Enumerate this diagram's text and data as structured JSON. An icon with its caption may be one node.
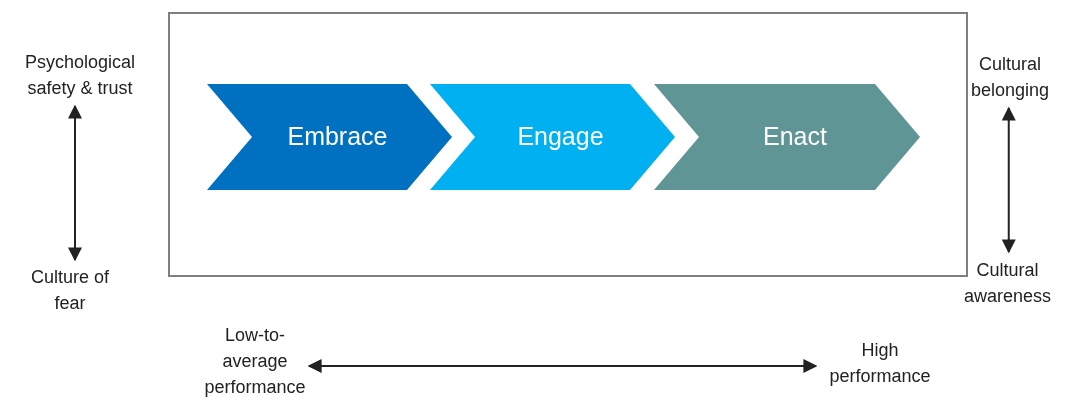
{
  "diagram": {
    "nodes": [
      {
        "text": [],
        "shape": "box"
      },
      {
        "text": [
          "Embrace"
        ],
        "in": 0
      },
      {
        "text": [
          "Engage"
        ],
        "in": 0
      },
      {
        "text": [
          "Enact"
        ],
        "in": 0
      },
      {
        "text": [
          "Psychological safety & trust"
        ]
      },
      {
        "text": [
          "Culture of fear"
        ]
      },
      {
        "text": [
          "Cultural belonging"
        ]
      },
      {
        "text": [
          "Cultural awareness"
        ]
      },
      {
        "text": [
          "Low-to-average performance"
        ]
      },
      {
        "text": [
          "High performance"
        ]
      }
    ],
    "edges": [
      {
        "from": 4,
        "to": 5,
        "arrow": "both"
      },
      {
        "from": 6,
        "to": 7,
        "arrow": "both"
      },
      {
        "from": 8,
        "to": 9,
        "arrow": "both"
      }
    ]
  }
}
